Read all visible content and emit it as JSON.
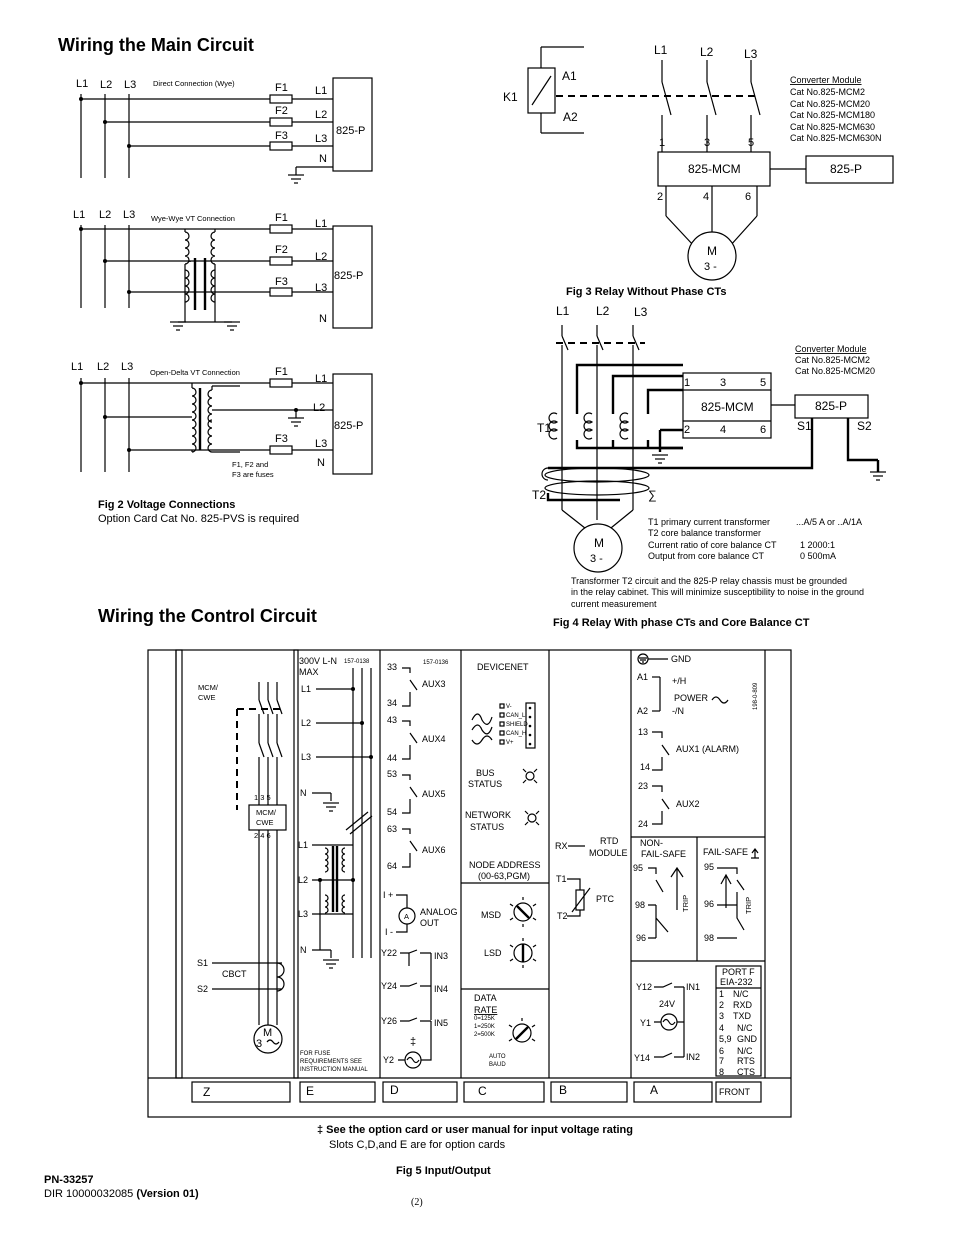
{
  "titles": {
    "main": "Wiring the Main Circuit",
    "control": "Wiring the Control Circuit"
  },
  "fig2": {
    "caption": "Fig 2 Voltage Connections",
    "note": "Option Card Cat No. 825-PVS is required",
    "direct": "Direct Connection (Wye)",
    "wyewye": "Wye-Wye VT Connection",
    "opendelta": "Open-Delta VT Connection",
    "fuses_note1": "F1, F2 and",
    "fuses_note2": "F3 are fuses",
    "lines": [
      "L1",
      "L2",
      "L3"
    ],
    "fuses": [
      "F1",
      "F2",
      "F3"
    ],
    "neutral": "N",
    "device": "825-P"
  },
  "fig3": {
    "caption": "Fig 3 Relay Without Phase CTs",
    "k1": "K1",
    "a1": "A1",
    "a2": "A2",
    "top_terms": [
      "1",
      "3",
      "5"
    ],
    "bot_terms": [
      "2",
      "4",
      "6"
    ],
    "mcm": "825-MCM",
    "p": "825-P",
    "motor": "M",
    "motor_sub": "3 -",
    "conv_title": "Converter Module",
    "conv_items": [
      "Cat No.825-MCM2",
      "Cat No.825-MCM20",
      "Cat No.825-MCM180",
      "Cat No.825-MCM630",
      "Cat No.825-MCM630N"
    ]
  },
  "fig4": {
    "caption": "Fig 4 Relay With phase CTs and Core Balance CT",
    "t1": "T1",
    "t2": "T2",
    "s1": "S1",
    "s2": "S2",
    "sigma": "∑",
    "conv_title": "Converter Module",
    "conv_items": [
      "Cat No.825-MCM2",
      "Cat No.825-MCM20"
    ],
    "notes": [
      [
        "T1 primary current transformer",
        "...A/5 A or ..A/1A"
      ],
      [
        "T2 core balance transformer",
        ""
      ],
      [
        "Current ratio of core balance CT",
        "1  2000:1"
      ],
      [
        "Output from core balance CT",
        "0 500mA"
      ]
    ],
    "ground_note": [
      "Transformer T2 circuit and the 825-P relay chassis must be grounded",
      "in the relay cabinet. This will minimize susceptibility to noise in the ground",
      "current measurement"
    ]
  },
  "fig5": {
    "caption": "Fig 5 Input/Output",
    "footnote_bold": "‡ See the option card or user manual for input voltage rating",
    "footnote_sub": "Slots C,D,and E are for option cards",
    "slots": [
      "Z",
      "E",
      "D",
      "C",
      "B",
      "A",
      "FRONT"
    ],
    "z": {
      "mcm_cwe": [
        "MCM/",
        "CWE"
      ],
      "box": [
        "MCM/",
        "CWE"
      ],
      "terms_top": "1 3 5",
      "terms_bot": "2 4 6",
      "s1": "S1",
      "s2": "S2",
      "cbct": "CBCT",
      "motor": "M",
      "motor3": "3"
    },
    "e": {
      "volt": "300V L-N",
      "max": "MAX",
      "code": "157-0138",
      "l1": "L1",
      "l2": "L2",
      "l3": "L3",
      "n": "N",
      "fuse_note": [
        "FOR FUSE",
        "REQUIREMENTS SEE",
        "INSTRUCTION MANUAL"
      ]
    },
    "d": {
      "code": "157-0136",
      "aux": [
        [
          "33",
          "34",
          "AUX3"
        ],
        [
          "43",
          "44",
          "AUX4"
        ],
        [
          "53",
          "54",
          "AUX5"
        ],
        [
          "63",
          "64",
          "AUX6"
        ]
      ],
      "iplus": "I +",
      "iminus": "I -",
      "analog": [
        "ANALOG",
        "OUT"
      ],
      "a": "A",
      "inputs": [
        [
          "Y22",
          "IN3"
        ],
        [
          "Y24",
          "IN4"
        ],
        [
          "Y26",
          "IN5"
        ]
      ],
      "dagger": "‡",
      "y2": "Y2"
    },
    "c": {
      "devicenet": "DEVICENET",
      "pins": [
        "V-",
        "CAN_L",
        "SHIELD",
        "CAN_H",
        "V+"
      ],
      "bus": [
        "BUS",
        "STATUS"
      ],
      "net": [
        "NETWORK",
        "STATUS"
      ],
      "node": [
        "NODE ADDRESS",
        "(00-63,PGM)"
      ],
      "msd": "MSD",
      "lsd": "LSD",
      "rate": [
        "DATA",
        "RATE"
      ],
      "rates": [
        "0=125K",
        "1=250K",
        "2=500K"
      ],
      "auto": [
        "AUTO",
        "BAUD"
      ]
    },
    "b": {
      "rx": "RX",
      "rtd": [
        "RTD",
        "MODULE"
      ],
      "t1": "T1",
      "t2": "T2",
      "ptc": "PTC"
    },
    "a": {
      "gnd": "GND",
      "a1": "A1",
      "a2": "A2",
      "plus": "+/H",
      "minus": "-/N",
      "power": "POWER",
      "code": "198-0-809",
      "aux1": [
        "13",
        "14",
        "AUX1 (ALARM)"
      ],
      "aux2": [
        "23",
        "24",
        "AUX2"
      ],
      "nonfail": [
        "NON-",
        "FAIL-SAFE"
      ],
      "failsafe": "FAIL-SAFE",
      "trip": "TRIP",
      "nf_terms": [
        "95",
        "98",
        "96"
      ],
      "fs_terms": [
        "95",
        "96",
        "98"
      ],
      "y12": "Y12",
      "in1": "IN1",
      "y1": "Y1",
      "v24": "24V",
      "y14": "Y14",
      "in2": "IN2",
      "port": [
        "PORT F",
        "EIA-232"
      ],
      "port_rows": [
        [
          "1",
          "N/C"
        ],
        [
          "2",
          "RXD"
        ],
        [
          "3",
          "TXD"
        ],
        [
          "4",
          "N/C"
        ],
        [
          "5,9",
          "GND"
        ],
        [
          "6",
          "N/C"
        ],
        [
          "7",
          "RTS"
        ],
        [
          "8",
          "CTS"
        ]
      ]
    }
  },
  "footer": {
    "pn": "PN-33257",
    "dir": "DIR 10000032085 ",
    "version": "(Version 01)",
    "page": "(2)"
  }
}
